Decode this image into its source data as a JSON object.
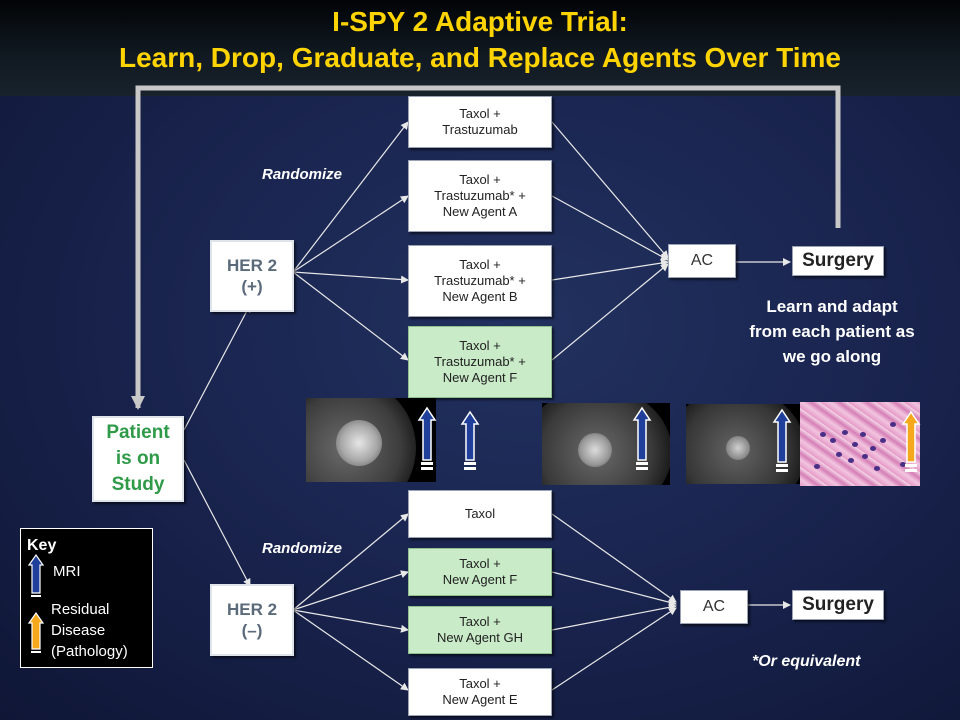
{
  "title": {
    "line1": "I-SPY 2 Adaptive Trial:",
    "line2": "Learn, Drop, Graduate, and Replace Agents Over Time"
  },
  "patient": {
    "line1": "Patient",
    "line2": "is on",
    "line3": "Study"
  },
  "her2_pos": {
    "line1": "HER 2",
    "line2": "(+)"
  },
  "her2_neg": {
    "line1": "HER 2",
    "line2": "(–)"
  },
  "randomize_label": "Randomize",
  "arms_pos": [
    {
      "line1": "Taxol +",
      "line2": "Trastuzumab",
      "line3": "",
      "highlight": false
    },
    {
      "line1": "Taxol +",
      "line2": "Trastuzumab* +",
      "line3": "New Agent A",
      "highlight": false
    },
    {
      "line1": "Taxol +",
      "line2": "Trastuzumab* +",
      "line3": "New Agent B",
      "highlight": false
    },
    {
      "line1": "Taxol +",
      "line2": "Trastuzumab* +",
      "line3": "New Agent F",
      "highlight": true
    }
  ],
  "arms_neg": [
    {
      "line1": "Taxol",
      "line2": "",
      "highlight": false
    },
    {
      "line1": "Taxol +",
      "line2": "New Agent F",
      "highlight": true
    },
    {
      "line1": "Taxol +",
      "line2": "New Agent GH",
      "highlight": true
    },
    {
      "line1": "Taxol +",
      "line2": "New Agent E",
      "highlight": false
    }
  ],
  "ac_label": "AC",
  "surgery_label": "Surgery",
  "learn_text": {
    "line1": "Learn and adapt",
    "line2": "from each patient as",
    "line3": "we go along"
  },
  "footnote": "*Or equivalent",
  "key": {
    "title": "Key",
    "mri_label": "MRI",
    "residual_line1": "Residual",
    "residual_line2": "Disease",
    "residual_line3": "(Pathology)"
  },
  "colors": {
    "title": "#ffd400",
    "green_box": "#c9ebc8",
    "patient_text": "#2f9a48",
    "mri_arrow": "#1f3f9a",
    "pathology_arrow": "#f5a81c",
    "feedback_line": "#c8c8c8"
  }
}
